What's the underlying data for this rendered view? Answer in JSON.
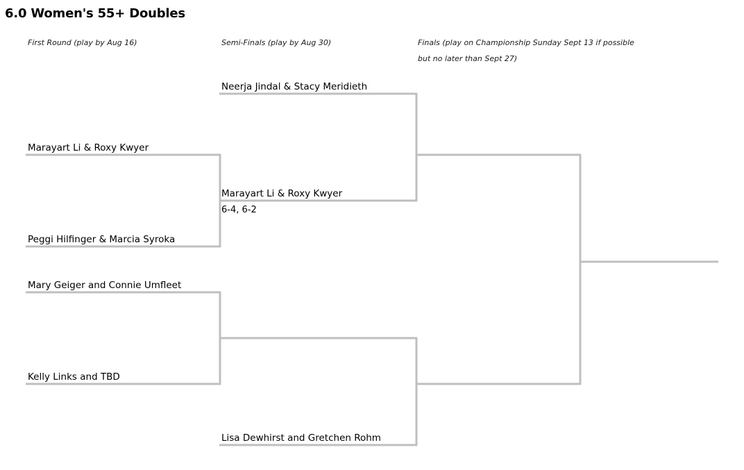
{
  "title": "6.0 Women's 55+ Doubles",
  "rounds": {
    "first_round": "First Round (play by Aug 16)",
    "semi_finals": "Semi-Finals (play by Aug 30)",
    "finals_line1": "Finals (play on Championship Sunday Sept 13 if possible",
    "finals_line2": "but no later than Sept 27)"
  },
  "first_round": {
    "match1_team1": "Marayart Li & Roxy Kwyer",
    "match1_team2": "Peggi Hilfinger & Marcia Syroka",
    "match2_team1": "Mary Geiger and Connie Umfleet",
    "match2_team2": "Kelly Links and TBD"
  },
  "semi_finals": {
    "top_seed": "Neerja Jindal & Stacy Meridieth",
    "top_winner": "Marayart Li & Roxy Kwyer",
    "top_winner_score": "6-4, 6-2",
    "bottom_winner": "",
    "bottom_seed": "Lisa Dewhirst and Gretchen Rohm"
  },
  "finals": {
    "team1": "",
    "team2": "",
    "champion": ""
  }
}
